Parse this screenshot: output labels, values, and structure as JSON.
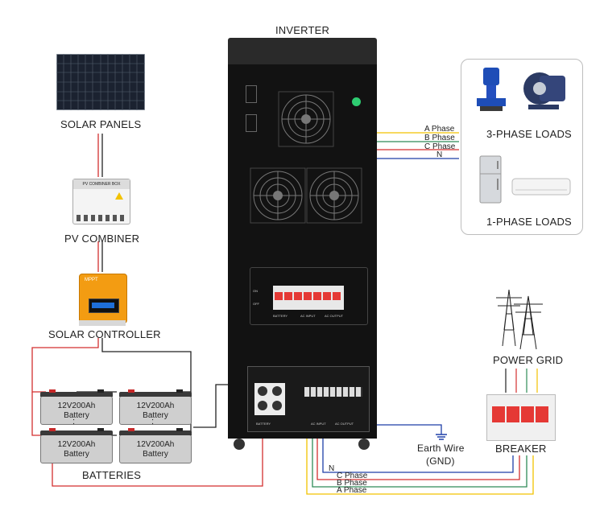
{
  "inverter": {
    "title": "INVERTER",
    "panel_labels": [
      "BATTERY",
      "AC INPUT",
      "AC OUTPUT"
    ],
    "terminal_labels": [
      "BATTERY",
      "AC INPUT",
      "AC OUTPUT"
    ],
    "switch_on": "ON",
    "switch_off": "OFF"
  },
  "components": {
    "solar_panels": "SOLAR PANELS",
    "pv_combiner": "PV COMBINER",
    "combiner_box_text": "PV COMBINER BOX",
    "solar_controller": "SOLAR CONTROLLER",
    "controller_brand": "MPPT",
    "batteries": "BATTERIES",
    "battery_cell": [
      "12V200Ah",
      "Battery"
    ],
    "power_grid": "POWER GRID",
    "breaker": "BREAKER",
    "earth_wire": [
      "Earth Wire",
      "(GND)"
    ]
  },
  "loads": {
    "three_phase": "3-PHASE LOADS",
    "one_phase": "1-PHASE LOADS"
  },
  "output_wires": [
    "A Phase",
    "B Phase",
    "C Phase",
    "N"
  ],
  "input_wires": [
    "N",
    "C Phase",
    "B Phase",
    "A Phase"
  ],
  "colors": {
    "phase_a": "#f2c200",
    "phase_b": "#2e8b57",
    "phase_c": "#d32f2f",
    "neutral": "#1e3fa8",
    "battery_pos": "#d32f2f",
    "battery_neg": "#222222",
    "inverter_body": "#121212"
  }
}
